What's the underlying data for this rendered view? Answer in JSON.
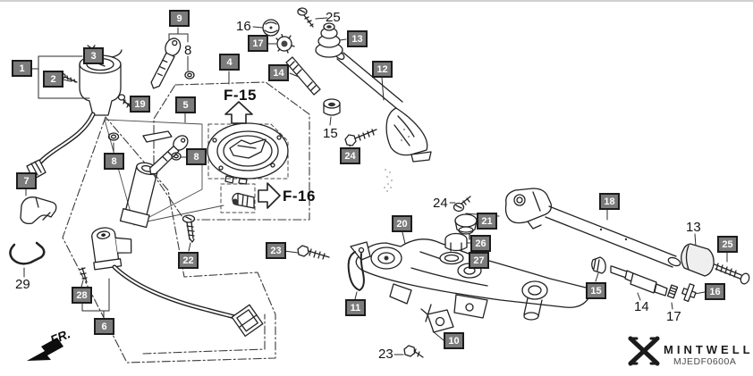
{
  "diagram_type": "exploded-parts-diagram",
  "direction_label": "FR.",
  "refs": {
    "f15": "F-15",
    "f16": "F-16"
  },
  "brand": {
    "name": "MINTWELL",
    "code": "MJEDF0600A"
  },
  "icons": {
    "f15_arrow": "hollow-up-arrow",
    "f16_arrow": "hollow-right-arrow",
    "fr_arrow": "solid-down-left-arrow",
    "logo": "bowtie-x-mark"
  },
  "colors": {
    "background": "#ffffff",
    "callout_bg": "#7b7b7b",
    "callout_border": "#1c1c1c",
    "callout_text": "#ffffff",
    "line_color": "#222222"
  },
  "callouts": {
    "boxed": [
      {
        "text": "1"
      },
      {
        "text": "2"
      },
      {
        "text": "3"
      },
      {
        "text": "9"
      },
      {
        "text": "19"
      },
      {
        "text": "4"
      },
      {
        "text": "5"
      },
      {
        "text": "8"
      },
      {
        "text": "8"
      },
      {
        "text": "7"
      },
      {
        "text": "17"
      },
      {
        "text": "13"
      },
      {
        "text": "14"
      },
      {
        "text": "12"
      },
      {
        "text": "24"
      },
      {
        "text": "22"
      },
      {
        "text": "23"
      },
      {
        "text": "28"
      },
      {
        "text": "6"
      },
      {
        "text": "20"
      },
      {
        "text": "21"
      },
      {
        "text": "26"
      },
      {
        "text": "27"
      },
      {
        "text": "11"
      },
      {
        "text": "10"
      },
      {
        "text": "18"
      },
      {
        "text": "25"
      },
      {
        "text": "15"
      },
      {
        "text": "16"
      }
    ],
    "plain": [
      {
        "text": "16"
      },
      {
        "text": "25"
      },
      {
        "text": "8"
      },
      {
        "text": "15"
      },
      {
        "text": "24"
      },
      {
        "text": "29"
      },
      {
        "text": "23"
      },
      {
        "text": "13"
      },
      {
        "text": "14"
      },
      {
        "text": "17"
      }
    ]
  }
}
